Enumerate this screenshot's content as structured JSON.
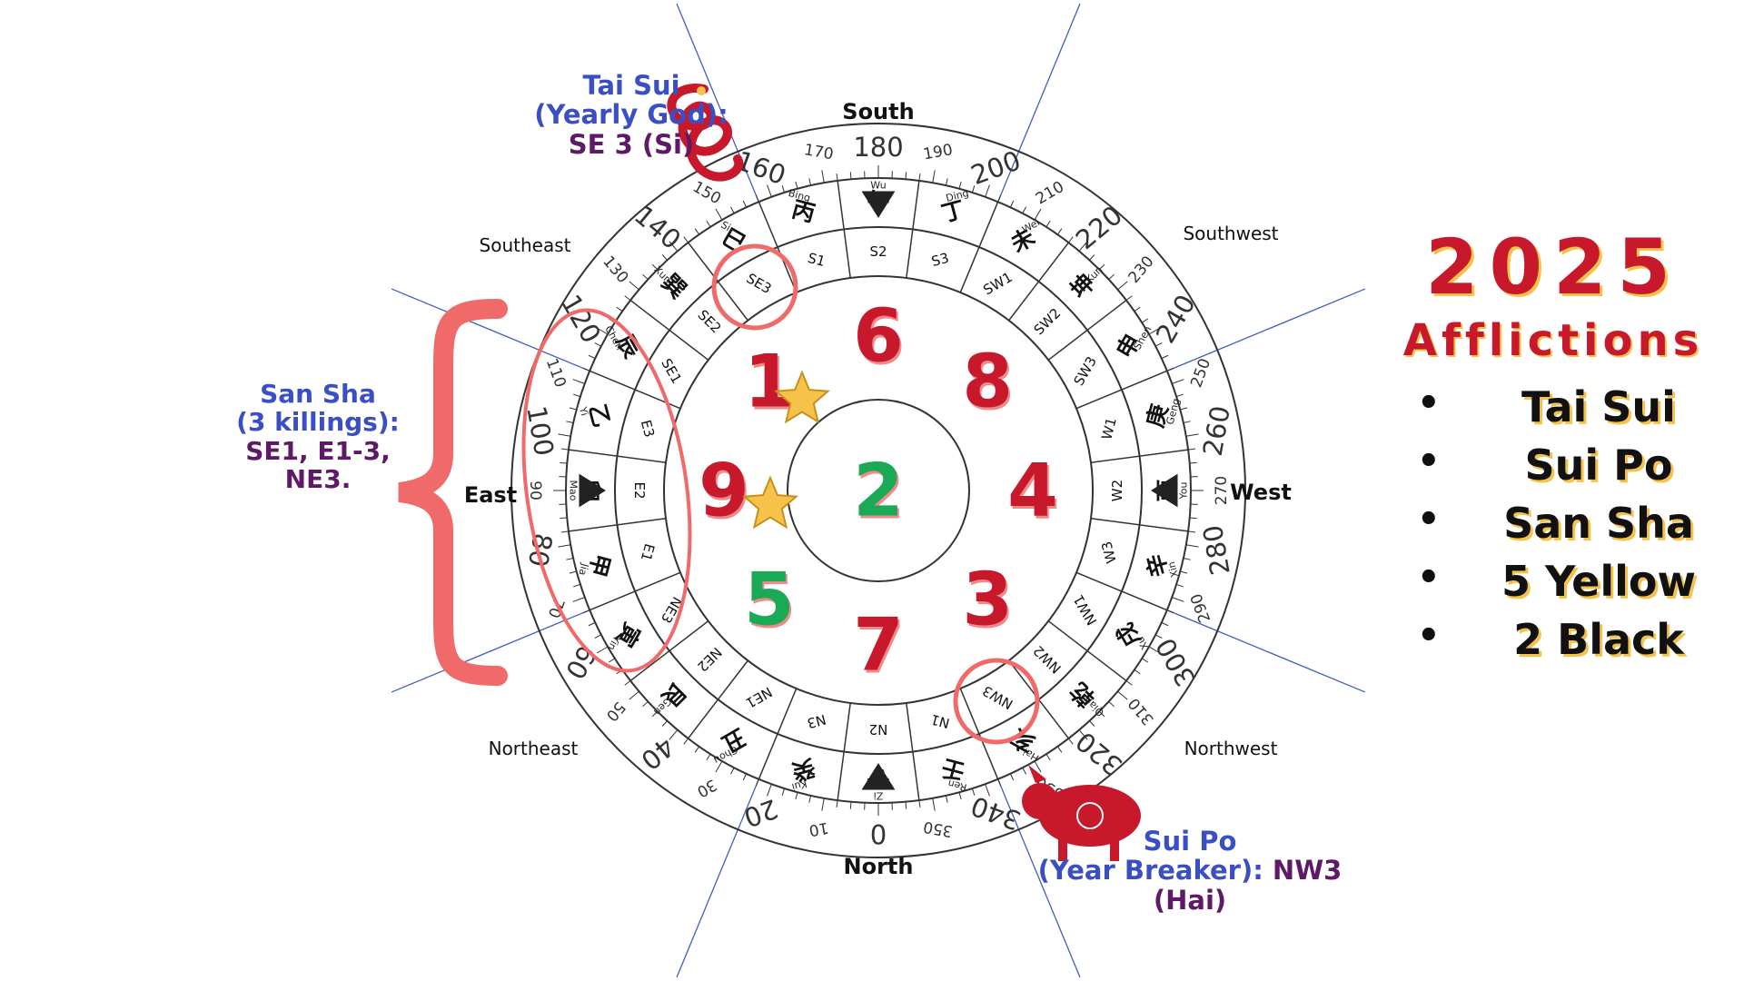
{
  "colors": {
    "accent_red": "#c8182c",
    "accent_green": "#1aaa55",
    "highlight_circle": "#f06a6a",
    "label_blue": "#3a4fc4",
    "label_purple": "#5e1a66",
    "gold": "#f5c24a",
    "axis_line": "#3f5fc0"
  },
  "directions": {
    "south": "South",
    "north": "North",
    "east": "East",
    "west": "West",
    "southeast": "Southeast",
    "southwest": "Southwest",
    "northeast": "Northeast",
    "northwest": "Northwest"
  },
  "degree_labels": [
    "0",
    "10",
    "20",
    "30",
    "40",
    "50",
    "60",
    "70",
    "80",
    "90",
    "100",
    "110",
    "120",
    "130",
    "140",
    "150",
    "160",
    "170",
    "180",
    "190",
    "200",
    "210",
    "220",
    "230",
    "240",
    "250",
    "260",
    "270",
    "280",
    "290",
    "300",
    "310",
    "320",
    "330",
    "340",
    "350"
  ],
  "mountains": [
    {
      "code": "N1",
      "hanzi": "壬",
      "pinyin": "Ren"
    },
    {
      "code": "N2",
      "hanzi": "子",
      "pinyin": "Zi"
    },
    {
      "code": "N3",
      "hanzi": "癸",
      "pinyin": "Kui"
    },
    {
      "code": "NE1",
      "hanzi": "丑",
      "pinyin": "Chou"
    },
    {
      "code": "NE2",
      "hanzi": "艮",
      "pinyin": "Gen"
    },
    {
      "code": "NE3",
      "hanzi": "寅",
      "pinyin": "Yin"
    },
    {
      "code": "E1",
      "hanzi": "甲",
      "pinyin": "Jia"
    },
    {
      "code": "E2",
      "hanzi": "卯",
      "pinyin": "Mao"
    },
    {
      "code": "E3",
      "hanzi": "乙",
      "pinyin": "Yi"
    },
    {
      "code": "SE1",
      "hanzi": "辰",
      "pinyin": "Chen"
    },
    {
      "code": "SE2",
      "hanzi": "巽",
      "pinyin": "Xun"
    },
    {
      "code": "SE3",
      "hanzi": "巳",
      "pinyin": "Si"
    },
    {
      "code": "S1",
      "hanzi": "丙",
      "pinyin": "Bing"
    },
    {
      "code": "S2",
      "hanzi": "午",
      "pinyin": "Wu"
    },
    {
      "code": "S3",
      "hanzi": "丁",
      "pinyin": "Ding"
    },
    {
      "code": "SW1",
      "hanzi": "未",
      "pinyin": "Wei"
    },
    {
      "code": "SW2",
      "hanzi": "坤",
      "pinyin": "Kun"
    },
    {
      "code": "SW3",
      "hanzi": "申",
      "pinyin": "Shen"
    },
    {
      "code": "W1",
      "hanzi": "庚",
      "pinyin": "Geng"
    },
    {
      "code": "W2",
      "hanzi": "酉",
      "pinyin": "You"
    },
    {
      "code": "W3",
      "hanzi": "辛",
      "pinyin": "Xin"
    },
    {
      "code": "NW1",
      "hanzi": "戌",
      "pinyin": "Xu"
    },
    {
      "code": "NW2",
      "hanzi": "乾",
      "pinyin": "Qian"
    },
    {
      "code": "NW3",
      "hanzi": "亥",
      "pinyin": "Hai"
    }
  ],
  "flying_stars": {
    "center": "2",
    "south": "6",
    "southwest": "8",
    "west": "4",
    "northwest": "3",
    "north": "7",
    "northeast": "5",
    "east": "9",
    "southeast": "1"
  },
  "tai_sui": {
    "line1": "Tai Sui",
    "line2": "(Yearly God):",
    "line3": "SE 3 (Si)"
  },
  "san_sha": {
    "line1": "San Sha",
    "line2": "(3 killings):",
    "line3": "SE1, E1-3,",
    "line4": "NE3."
  },
  "sui_po": {
    "line1": "Sui Po",
    "line2": "(Year Breaker): ",
    "line3": "NW3 (Hai)"
  },
  "panel": {
    "year": "2025",
    "title": "Afflictions",
    "items": [
      "Tai Sui",
      "Sui Po",
      "San Sha",
      "5 Yellow",
      "2 Black"
    ]
  }
}
